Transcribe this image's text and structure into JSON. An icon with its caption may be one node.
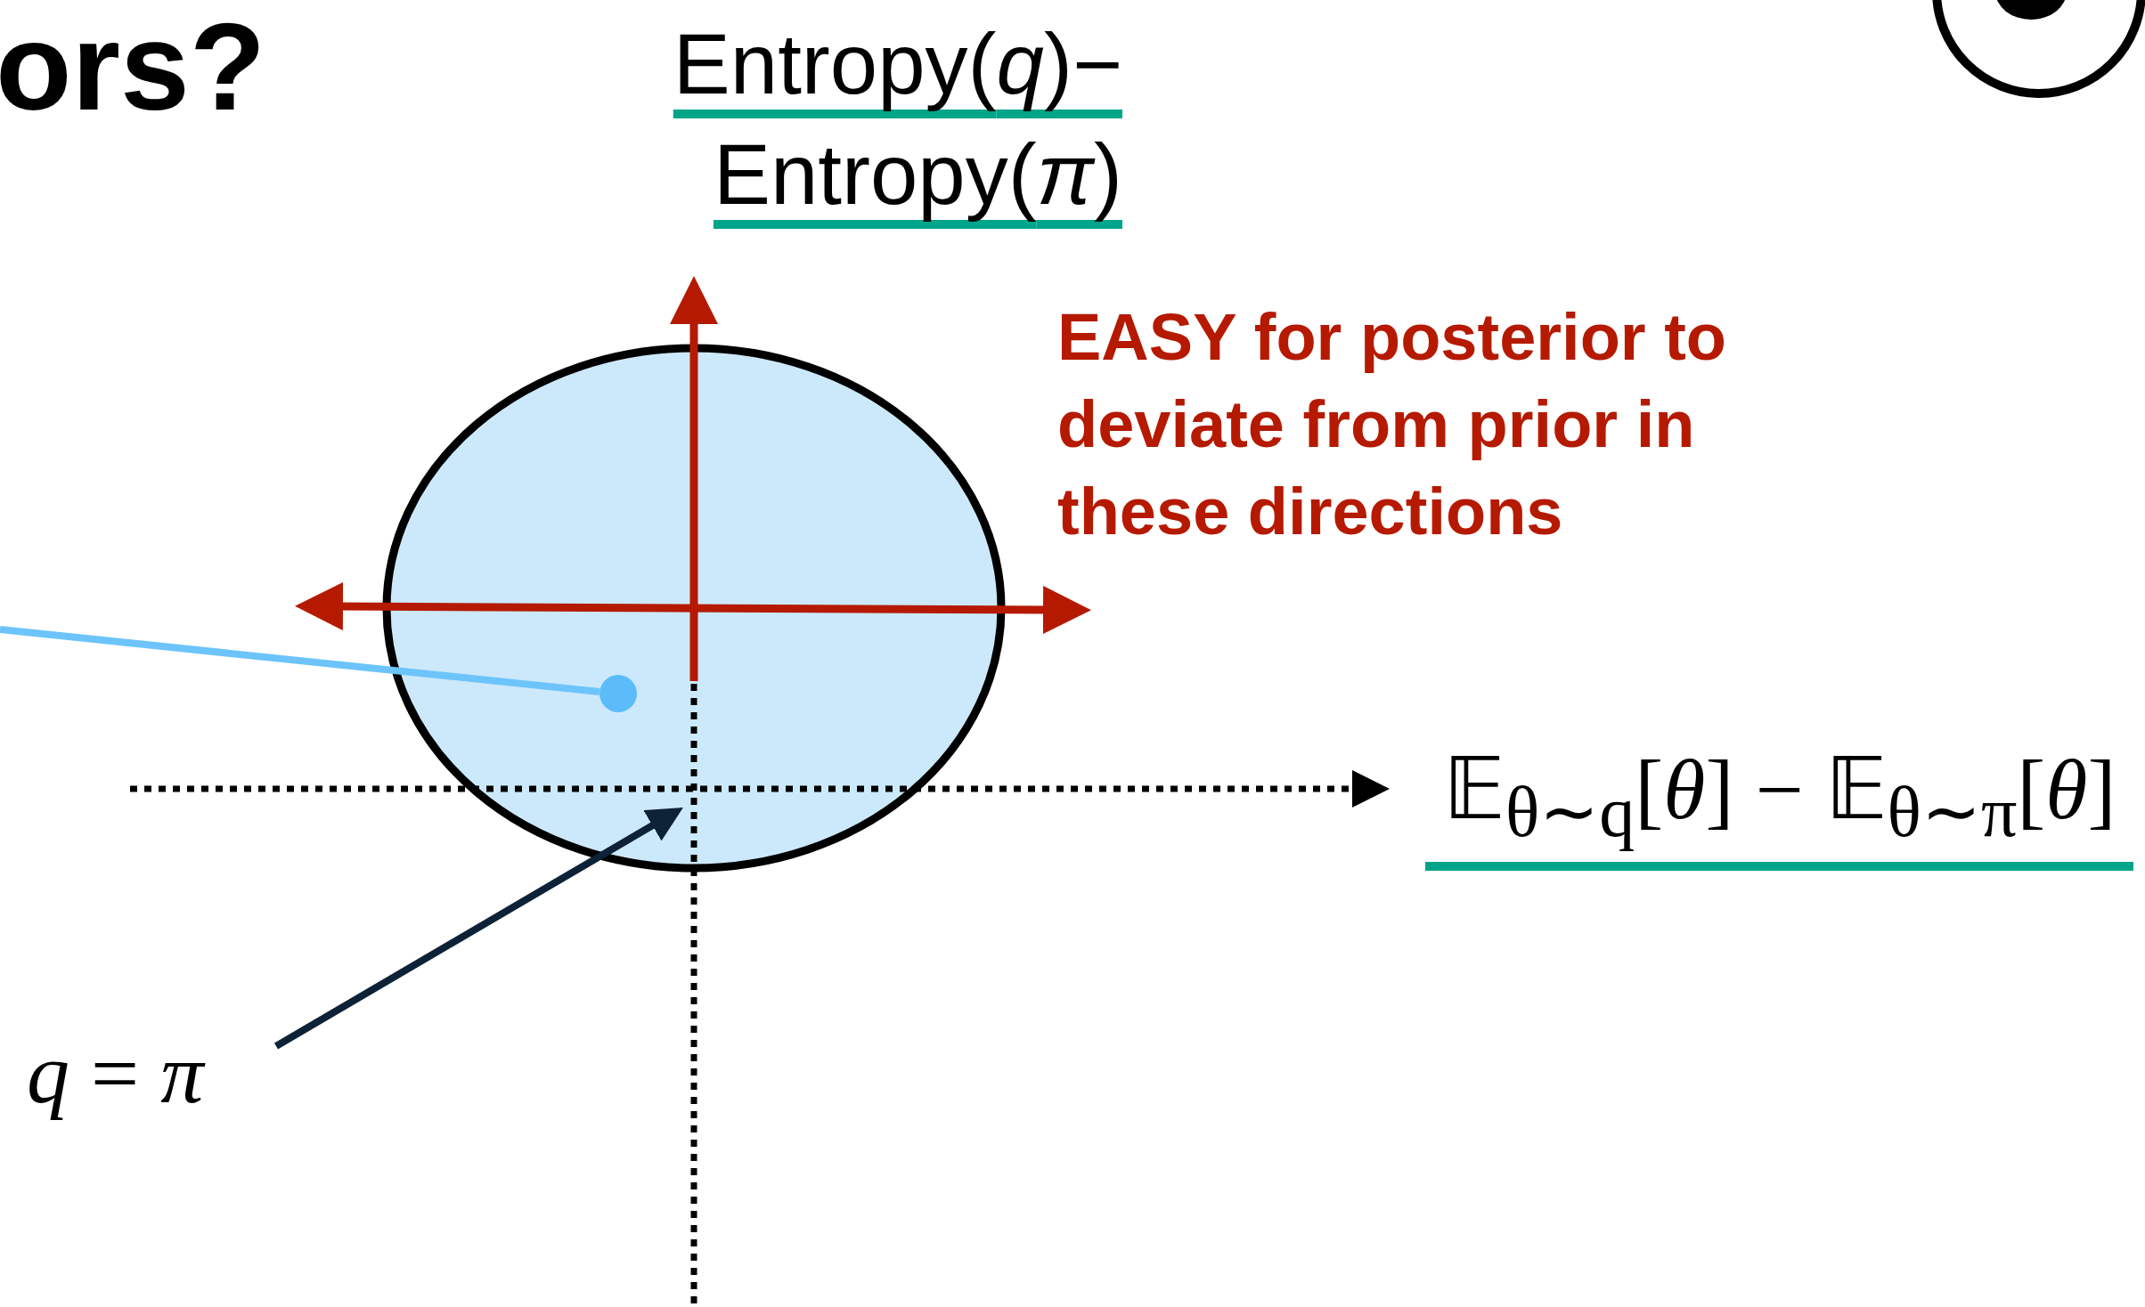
{
  "diagram": {
    "title": "ors?",
    "nodes": [
      {
        "text": [
          "*q* = *π*"
        ]
      },
      {
        "text": [],
        "shape": "circle"
      },
      {
        "text": [],
        "shape": "circle",
        "in": 1
      }
    ],
    "edges": [
      {
        "from": 0,
        "to": 1,
        "arrow": "to"
      },
      {
        "from": null,
        "to": 2,
        "arrow": "none",
        "color": "#6cc4fb"
      }
    ],
    "labels": [
      "Entropy(*q*)− Entropy(*π*)",
      "EASY for posterior to deviate from prior in these directions",
      "𝔼$_{θ∼q}$[*θ*] − 𝔼$_{θ∼π}$[*θ*]"
    ]
  }
}
